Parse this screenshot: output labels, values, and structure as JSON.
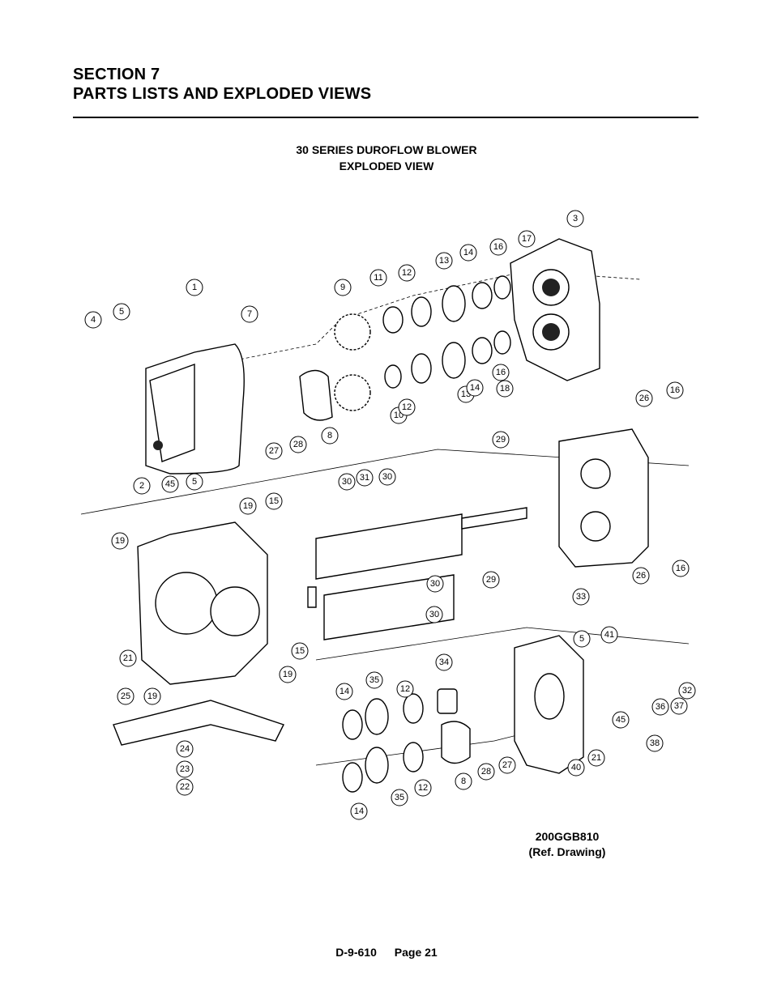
{
  "header": {
    "section_line": "SECTION 7",
    "title_line": "PARTS LISTS AND EXPLODED VIEWS"
  },
  "figure": {
    "title_line1": "30 SERIES DUROFLOW BLOWER",
    "title_line2": "EXPLODED VIEW",
    "callouts": [
      "1",
      "2",
      "3",
      "4",
      "5",
      "5",
      "5",
      "7",
      "8",
      "8",
      "9",
      "10",
      "11",
      "12",
      "12",
      "12",
      "12",
      "13",
      "13",
      "14",
      "14",
      "14",
      "14",
      "15",
      "15",
      "16",
      "16",
      "16",
      "16",
      "17",
      "18",
      "19",
      "19",
      "19",
      "19",
      "21",
      "21",
      "22",
      "23",
      "24",
      "25",
      "26",
      "26",
      "27",
      "27",
      "28",
      "28",
      "29",
      "29",
      "30",
      "30",
      "30",
      "30",
      "31",
      "32",
      "33",
      "34",
      "35",
      "35",
      "36",
      "37",
      "38",
      "40",
      "41",
      "45",
      "45"
    ],
    "reference_number": "200GGB810",
    "reference_label": "(Ref. Drawing)"
  },
  "footer": {
    "doc_number": "D-9-610",
    "page_label": "Page 21"
  }
}
